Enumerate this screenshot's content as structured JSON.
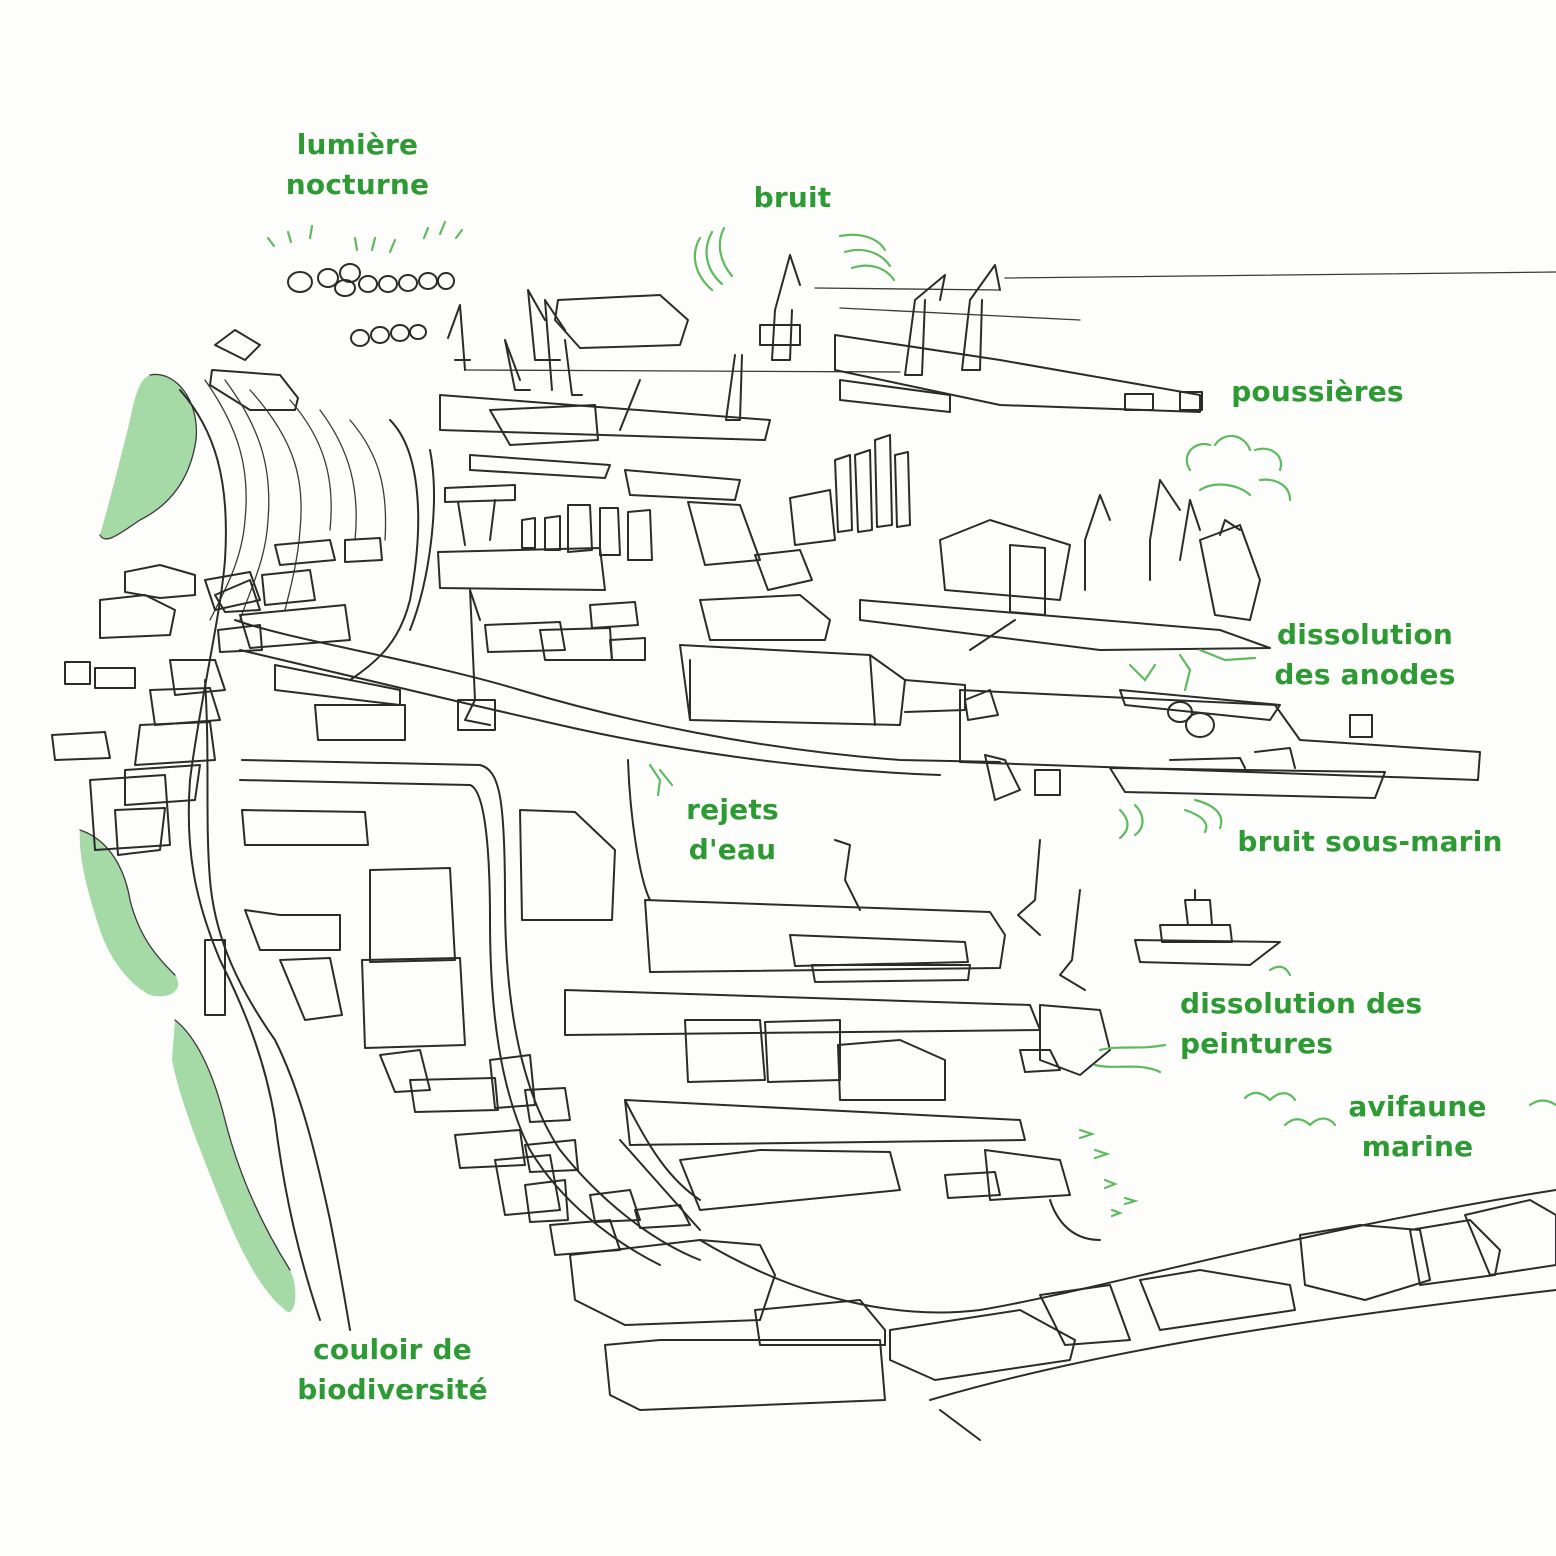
{
  "labels": {
    "lumiere": "lumière\nnocturne",
    "bruit": "bruit",
    "poussieres": "poussières",
    "anodes": "dissolution\ndes anodes",
    "rejets": "rejets\nd'eau",
    "bruit_sous_marin": "bruit sous-marin",
    "peintures": "dissolution des\npeintures",
    "avifaune": "avifaune\nmarine",
    "couloir": "couloir de\nbiodiversité"
  },
  "colors": {
    "label": "#2e9a34",
    "vegetation": "#8fd08f",
    "ink": "#2b2b2b"
  },
  "icons": [
    "crane-icon",
    "ship-icon",
    "bird-icon",
    "fish-icon",
    "light-rays-icon",
    "noise-waves-icon",
    "dust-cloud-icon"
  ]
}
